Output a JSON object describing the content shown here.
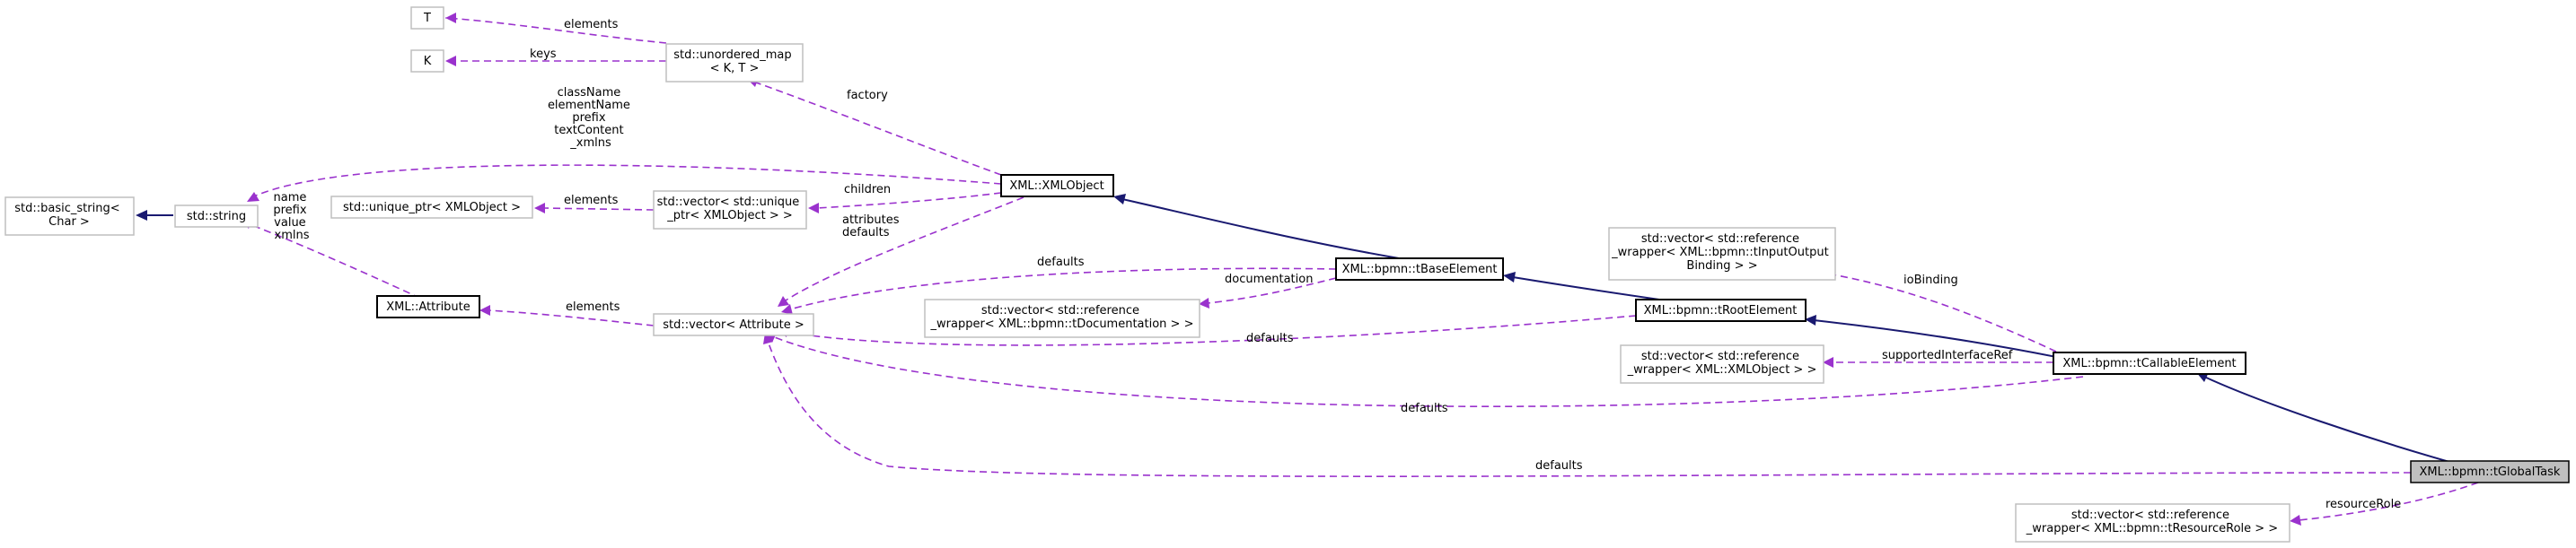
{
  "nodes": {
    "T": [
      "T"
    ],
    "K": [
      "K"
    ],
    "unordered_map": [
      "std::unordered_map",
      "< K, T >"
    ],
    "basic_string": [
      "std::basic_string<",
      "Char >"
    ],
    "string": [
      "std::string"
    ],
    "unique_ptr": [
      "std::unique_ptr< XMLObject >"
    ],
    "vector_unique": [
      "std::vector< std::unique",
      "_ptr< XMLObject > >"
    ],
    "xmlobject": [
      "XML::XMLObject"
    ],
    "attribute": [
      "XML::Attribute"
    ],
    "vector_attribute": [
      "std::vector< Attribute >"
    ],
    "vector_documentation": [
      "std::vector< std::reference",
      "_wrapper< XML::bpmn::tDocumentation > >"
    ],
    "tbaseelement": [
      "XML::bpmn::tBaseElement"
    ],
    "trootelement": [
      "XML::bpmn::tRootElement"
    ],
    "vector_iobinding": [
      "std::vector< std::reference",
      "_wrapper< XML::bpmn::tInputOutput",
      "Binding > >"
    ],
    "vector_xmlobject_ref": [
      "std::vector< std::reference",
      "_wrapper< XML::XMLObject > >"
    ],
    "tcallableelement": [
      "XML::bpmn::tCallableElement"
    ],
    "tglobaltask": [
      "XML::bpmn::tGlobalTask"
    ],
    "vector_resourcerole": [
      "std::vector< std::reference",
      "_wrapper< XML::bpmn::tResourceRole > >"
    ]
  },
  "edge_labels": {
    "elements_T": [
      "elements"
    ],
    "keys_K": [
      "keys"
    ],
    "factory": [
      "factory"
    ],
    "string_members": [
      "className",
      "elementName",
      "prefix",
      "textContent",
      "_xmlns"
    ],
    "children": [
      "children"
    ],
    "elements_unique": [
      "elements"
    ],
    "attributes_defaults": [
      "attributes",
      "defaults"
    ],
    "attribute_members": [
      "name",
      "prefix",
      "value",
      "xmlns"
    ],
    "elements_attribute": [
      "elements"
    ],
    "defaults_base": [
      "defaults"
    ],
    "documentation": [
      "documentation"
    ],
    "defaults_root": [
      "defaults"
    ],
    "iobinding": [
      "ioBinding"
    ],
    "supported_interface": [
      "supportedInterfaceRef"
    ],
    "defaults_callable": [
      "defaults"
    ],
    "defaults_global": [
      "defaults"
    ],
    "resource_role": [
      "resourceRole"
    ]
  },
  "colors": {
    "usage_edge": "#9a32cd",
    "inheritance_edge": "#191970",
    "highlight_fill": "#bfbfbf",
    "grey_border": "#bfbfbf"
  }
}
